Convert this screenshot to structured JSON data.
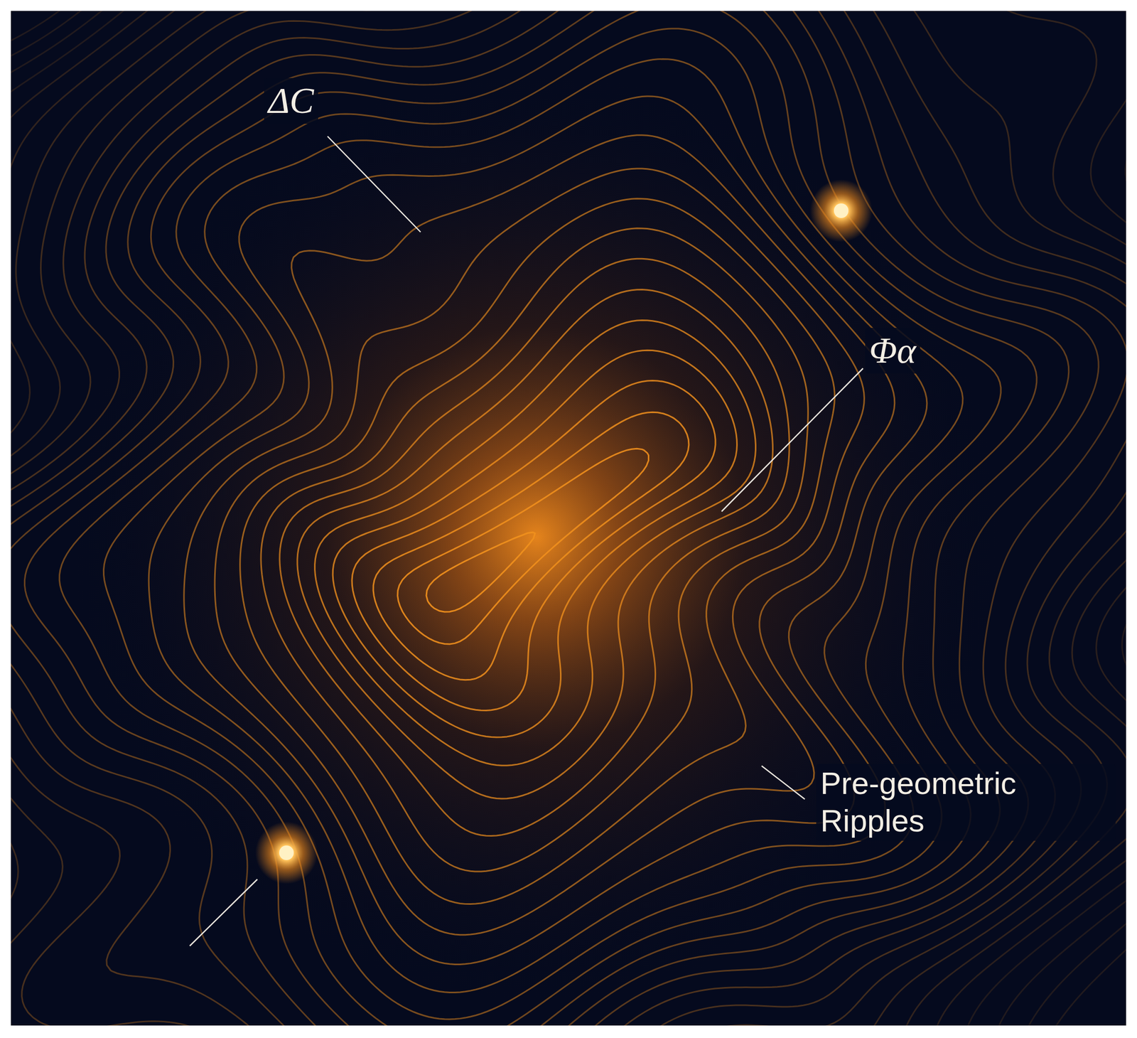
{
  "diagram": {
    "labels": [
      "ΔC",
      "Φα",
      "Pre-geometric Ripples"
    ]
  }
}
